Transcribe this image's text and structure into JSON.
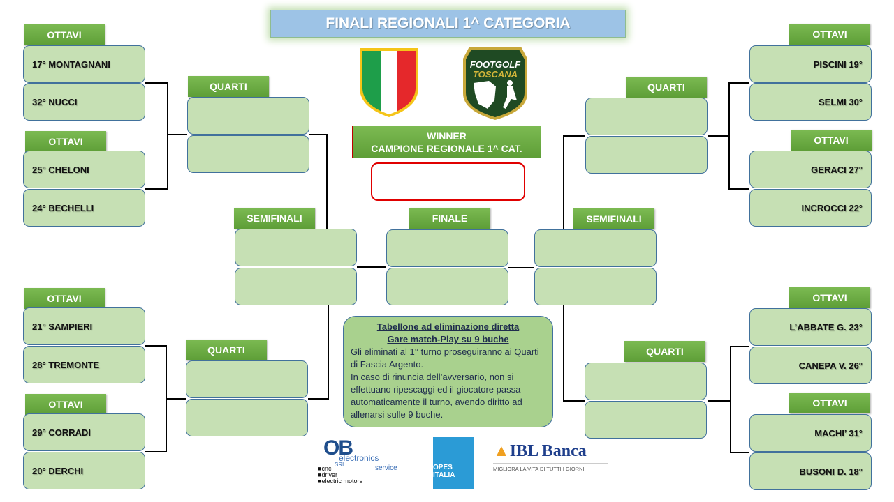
{
  "title": "FINALI REGIONALI 1^ CATEGORIA",
  "labels": {
    "ottavi": "OTTAVI",
    "quarti": "QUARTI",
    "semifinali": "SEMIFINALI",
    "finale": "FINALE"
  },
  "winner": {
    "line1": "WINNER",
    "line2": "CAMPIONE REGIONALE 1^ CAT."
  },
  "left": [
    "17° MONTAGNANI",
    "32° NUCCI",
    "25° CHELONI",
    "24° BECHELLI",
    "21° SAMPIERI",
    "28° TREMONTE",
    "29° CORRADI",
    "20° DERCHI"
  ],
  "right": [
    "PISCINI 19°",
    "SELMI 30°",
    "GERACI 27°",
    "INCROCCI  22°",
    "L’ABBATE G. 23°",
    "CANEPA V. 26°",
    "MACHI’ 31°",
    "BUSONI D. 18°"
  ],
  "info": {
    "title1": "Tabellone ad eliminazione diretta",
    "title2": "Gare match-Play su 9 buche",
    "body1": "Gli eliminati al 1° turno  proseguiranno ai Quarti di Fascia Argento.",
    "body2": "In caso di rinuncia dell’avversario, non si effettuano ripescaggi ed il giocatore passa automaticamente il turno,  avendo diritto  ad allenarsi sulle 9 buche."
  },
  "logos": {
    "footgolf": [
      "FOOTGOLF",
      "TOSCANA"
    ],
    "ob": {
      "name": "OB",
      "sub": "electronics",
      "srl": "SRL",
      "service": "service",
      "items": [
        "cnc",
        "driver",
        "electric motors"
      ]
    },
    "opes": "OPES ITALIA",
    "ibl": {
      "name": "IBL Banca",
      "slogan": "MIGLIORA LA VITA DI TUTTI I GIORNI."
    }
  }
}
